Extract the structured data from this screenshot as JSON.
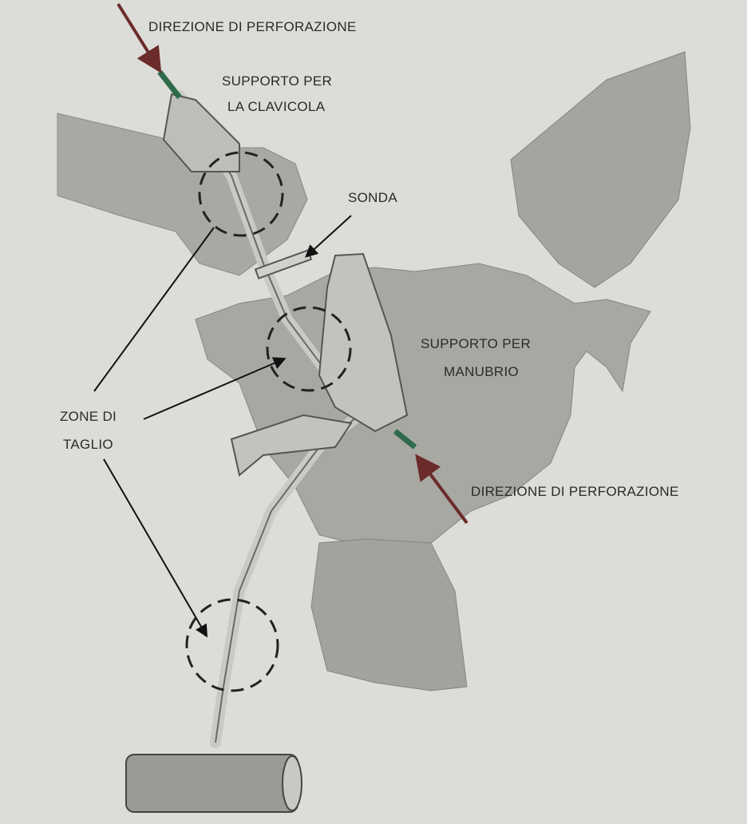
{
  "labels": {
    "direction_top": "DIREZIONE DI PERFORAZIONE",
    "clavicle_support_line1": "SUPPORTO PER",
    "clavicle_support_line2": "LA CLAVICOLA",
    "probe": "SONDA",
    "manubrium_support_line1": "SUPPORTO PER",
    "manubrium_support_line2": "MANUBRIO",
    "cut_zones_line1": "ZONE DI",
    "cut_zones_line2": "TAGLIO",
    "direction_bottom": "DIREZIONE DI PERFORAZIONE"
  },
  "colors": {
    "background": "#dcdcd8",
    "bone": "#a9a9a4",
    "arrow": "#6b2b2b",
    "drill_tip": "#2f6b4a"
  }
}
